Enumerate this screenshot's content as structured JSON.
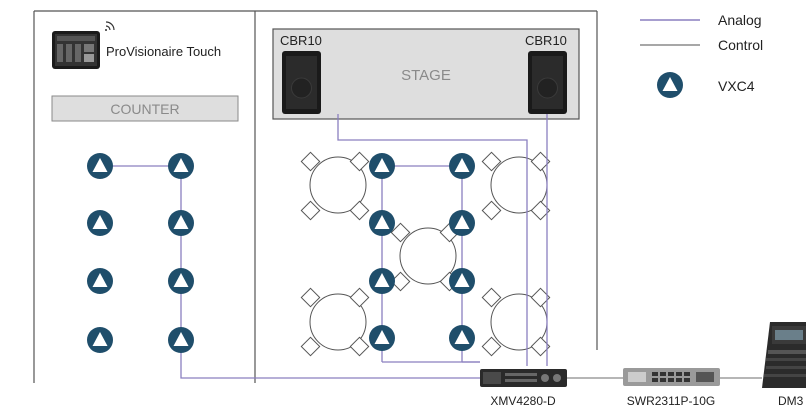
{
  "legend": {
    "analog_label": "Analog",
    "control_label": "Control",
    "vxc4_label": "VXC4",
    "analog_color": "#8a7fbf",
    "control_color": "#8a8a8a",
    "speaker_icon_color": "#1f4e6b"
  },
  "touch_panel": {
    "label": "ProVisionaire Touch",
    "icon": "tablet-icon",
    "wifi_icon": "wifi-icon"
  },
  "counter": {
    "label": "COUNTER"
  },
  "stage": {
    "label": "STAGE"
  },
  "speakers": [
    {
      "label": "CBR10"
    },
    {
      "label": "CBR10"
    }
  ],
  "devices": {
    "amplifier": {
      "label": "XMV4280-D"
    },
    "switch": {
      "label": "SWR2311P-10G"
    },
    "console": {
      "label": "DM3"
    }
  }
}
